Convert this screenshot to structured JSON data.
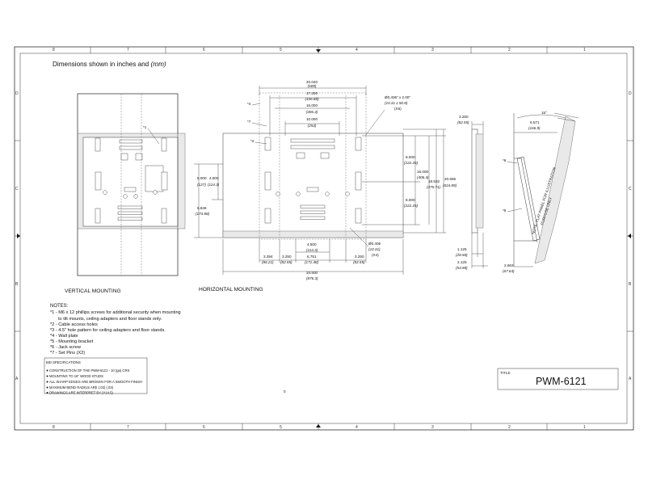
{
  "header": {
    "title": "Dimensions shown in inches and",
    "title_units": "(mm)"
  },
  "zones": {
    "columns": [
      "8",
      "7",
      "6",
      "5",
      "4",
      "3",
      "2",
      "1"
    ],
    "rows": [
      "D",
      "C",
      "B",
      "A"
    ]
  },
  "views": {
    "vertical_label": "VERTICAL MOUNTING",
    "horizontal_label": "HORIZONTAL MOUNTING",
    "vertical_callout": "*1"
  },
  "dimensions": {
    "top_overall": {
      "in": "20.040",
      "mm": "(509)"
    },
    "top_2": {
      "in": "17.200",
      "mm": "(436.88)"
    },
    "top_3": {
      "in": "16.000",
      "mm": "(406.4)"
    },
    "top_4": {
      "in": "10.000",
      "mm": "(254)"
    },
    "slot": {
      "in": "Ø0.406\" x 2.00\"",
      "mm": "(10.31 x 50.8)",
      "qty": "(X6)"
    },
    "left_5000": {
      "in": "5.000",
      "mm": "(127)"
    },
    "left_4500": {
      "in": "4.500",
      "mm": "(114.3)"
    },
    "left_6846": {
      "in": "6.846",
      "mm": "(173.88)"
    },
    "right_8000a": {
      "in": "8.000",
      "mm": "(222.25)"
    },
    "right_16000": {
      "in": "16.000",
      "mm": "(406.4)"
    },
    "right_8000b": {
      "in": "8.000",
      "mm": "(222.25)"
    },
    "right_18532": {
      "in": "18.532",
      "mm": "(470.71)"
    },
    "right_20665": {
      "in": "20.665",
      "mm": "(524.89)"
    },
    "bottom_3394": {
      "in": "3.394",
      "mm": "(86.21)"
    },
    "bottom_3250a": {
      "in": "3.250",
      "mm": "(82.55)"
    },
    "bottom_4500": {
      "in": "4.500",
      "mm": "(114.3)"
    },
    "bottom_6751": {
      "in": "6.751",
      "mm": "(171.48)"
    },
    "bottom_3250b": {
      "in": "3.250",
      "mm": "(82.55)"
    },
    "hole": {
      "in": "Ø0.406",
      "mm": "(10.31)",
      "qty": "(X4)"
    },
    "bottom_overall": {
      "in": "34.500",
      "mm": "(876.3)"
    },
    "side_3250": {
      "in": "3.250",
      "mm": "(82.55)"
    },
    "side_1125": {
      "in": "1.125",
      "mm": "(28.58)"
    },
    "side_2125": {
      "in": "2.125",
      "mm": "(53.98)"
    },
    "tilt_angle": "15°",
    "tilt_6571": {
      "in": "6.571",
      "mm": "(166.9)"
    },
    "tilt_2663": {
      "in": "2.663",
      "mm": "(67.64)"
    }
  },
  "callouts": {
    "c4": "*4",
    "c7": "*7",
    "c2": "*2",
    "c6": "*6",
    "c5": "*5"
  },
  "illustration_note": [
    "NOTE: FLAT PANEL FOR ILLUSTRATION",
    "PURPOSE ONLY"
  ],
  "notes": {
    "heading": "NOTES:",
    "items": [
      "*1 - M6 x 12 phillips screws for additional security when mounting",
      "to tilt mounts, ceiling adapters and floor stands only.",
      "*2 - Cable access holes",
      "*3 - 4.5\" hole pattern for ceiling adapters and floor stands.",
      "*4 - Wall plate",
      "*5 - Mounting bracket",
      "*6 - Jack screw",
      "*7 - Set Pins (X2)"
    ]
  },
  "specs": {
    "heading": "BID SPECIFICATIONS",
    "items": [
      "CONSTRUCTION OF THE PWM-6121 - 10 (ga) CRS",
      "MOUNTING TO 16\" WOOD STUDS",
      "ALL SHARP EDGES ARE BROKEN FOR A SMOOTH FINISH",
      "MAXIMUM BEND RADIUS ARE (.03) (.03)",
      "DRAWINGS ARE INTERPRET BY (Y14.5)"
    ]
  },
  "title_block": {
    "label": "TITLE",
    "part_number": "PWM-6121"
  },
  "sheet_center_mark": "0"
}
